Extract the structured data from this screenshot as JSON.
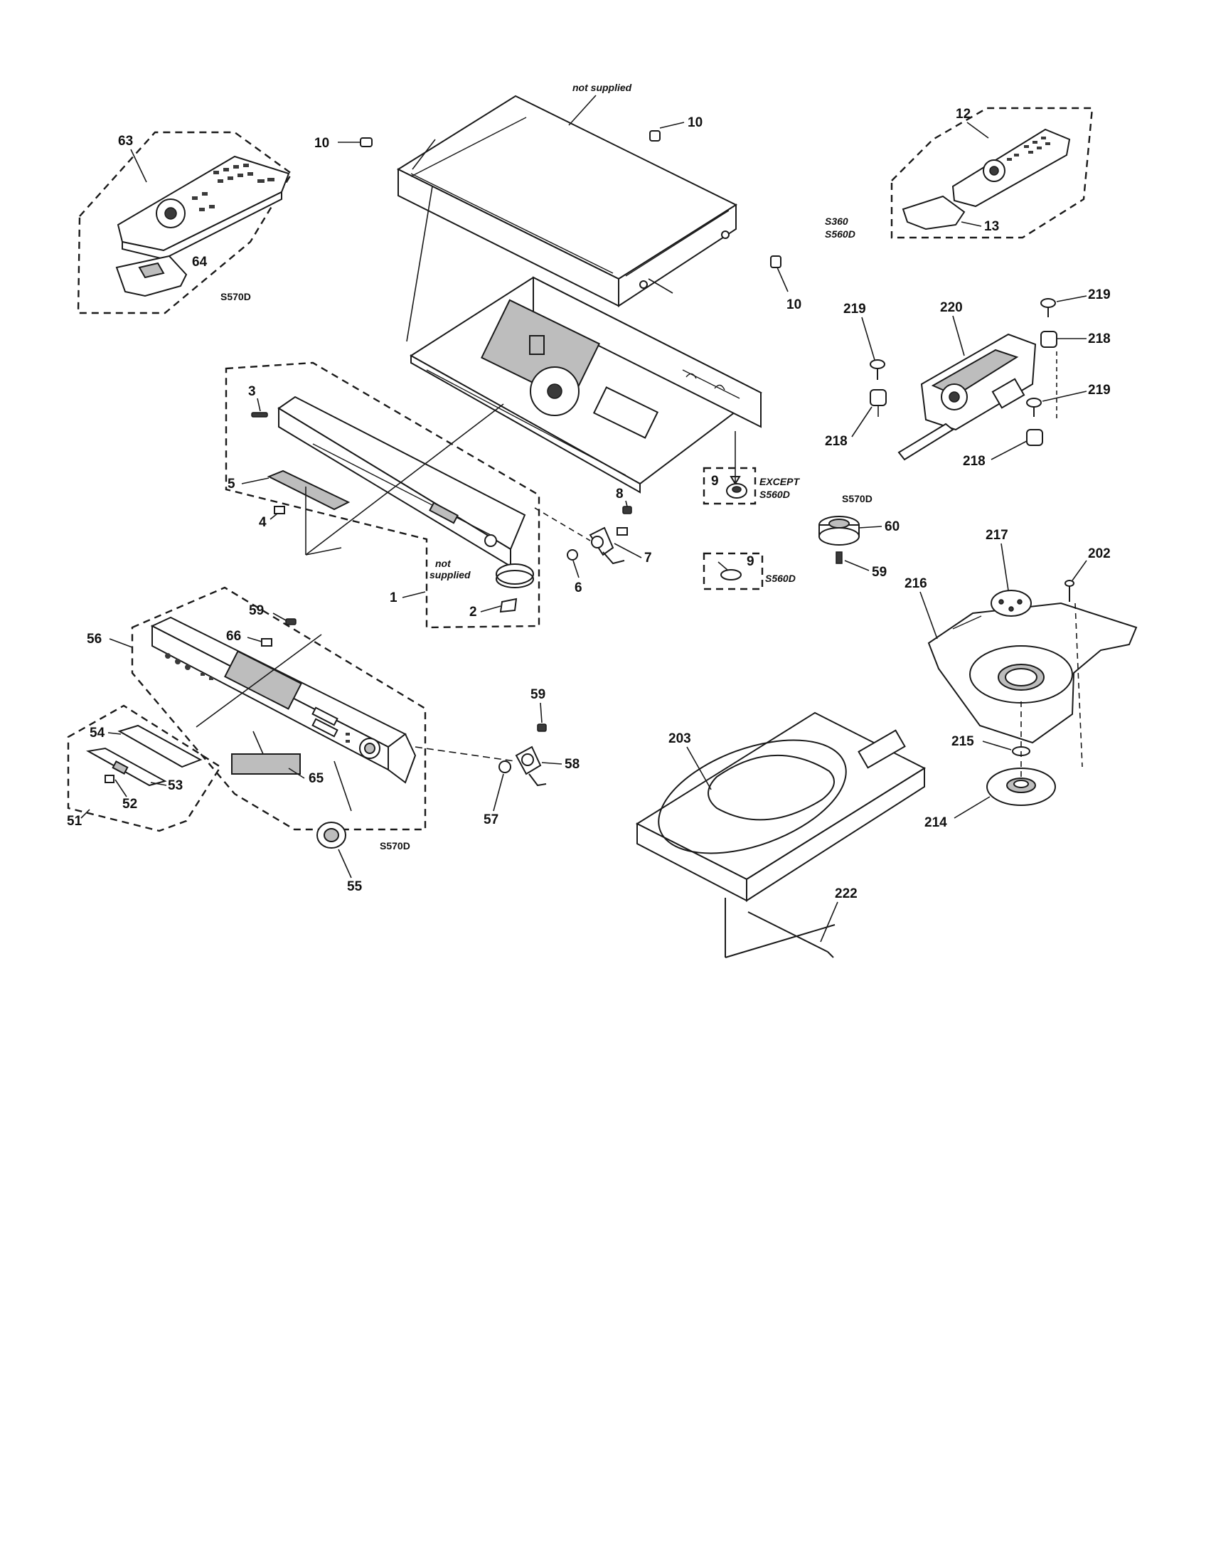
{
  "labels": {
    "p1": "1",
    "p2": "2",
    "p3": "3",
    "p4": "4",
    "p5": "5",
    "p6": "6",
    "p7": "7",
    "p8": "8",
    "p9a": "9",
    "p9b": "9",
    "p10a": "10",
    "p10b": "10",
    "p10c": "10",
    "p12": "12",
    "p13": "13",
    "p51": "51",
    "p52": "52",
    "p53": "53",
    "p54": "54",
    "p55": "55",
    "p56": "56",
    "p57": "57",
    "p58": "58",
    "p59a": "59",
    "p59b": "59",
    "p59c": "59",
    "p60": "60",
    "p63": "63",
    "p64": "64",
    "p65": "65",
    "p66": "66",
    "p202": "202",
    "p203": "203",
    "p214": "214",
    "p215": "215",
    "p216": "216",
    "p217": "217",
    "p218a": "218",
    "p218b": "218",
    "p218c": "218",
    "p219a": "219",
    "p219b": "219",
    "p219c": "219",
    "p220": "220",
    "p222": "222"
  },
  "notes": {
    "not_supplied_top": "not supplied",
    "not_supplied_l1": "not",
    "not_supplied_l2": "supplied",
    "except_l1": "EXCEPT",
    "except_l2": "S560D",
    "s560d": "S560D",
    "s360": "S360",
    "s560d_remote": "S560D",
    "s570d_remote": "S570D",
    "s570d_front": "S570D",
    "s570d_spindle": "S570D"
  }
}
